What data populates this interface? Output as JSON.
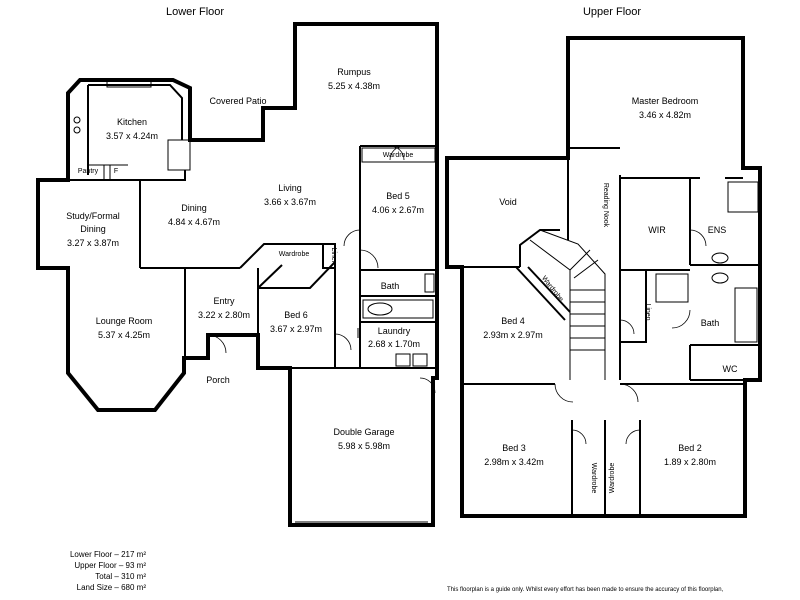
{
  "titles": {
    "lower": "Lower Floor",
    "upper": "Upper Floor"
  },
  "rooms": {
    "rumpus": {
      "name": "Rumpus",
      "size": "5.25 x 4.38m"
    },
    "covered_patio": {
      "name": "Covered Patio"
    },
    "kitchen": {
      "name": "Kitchen",
      "size": "3.57 x 4.24m"
    },
    "pantry": {
      "name": "Pantry"
    },
    "fridge": {
      "name": "F"
    },
    "dining": {
      "name": "Dining",
      "size": "4.84 x 4.67m"
    },
    "living": {
      "name": "Living",
      "size": "3.66 x 3.67m"
    },
    "study": {
      "name_line1": "Study/Formal",
      "name_line2": "Dining",
      "size": "3.27 x 3.87m"
    },
    "wardrobe_bed6": {
      "name": "Wardrobe"
    },
    "linen_lower": {
      "name": "Linen"
    },
    "bed5": {
      "name": "Bed 5",
      "size": "4.06 x 2.67m"
    },
    "wardrobe_bed5": {
      "name": "Wardrobe"
    },
    "bath_lower": {
      "name": "Bath"
    },
    "entry": {
      "name": "Entry",
      "size": "3.22 x 2.80m"
    },
    "bed6": {
      "name": "Bed 6",
      "size": "3.67 x 2.97m"
    },
    "laundry": {
      "name": "Laundry",
      "size": "2.68 x 1.70m"
    },
    "lounge": {
      "name": "Lounge Room",
      "size": "5.37 x 4.25m"
    },
    "porch": {
      "name": "Porch"
    },
    "garage": {
      "name": "Double Garage",
      "size": "5.98 x 5.98m"
    },
    "master": {
      "name": "Master Bedroom",
      "size": "3.46 x 4.82m"
    },
    "void": {
      "name": "Void"
    },
    "reading_nook": {
      "name": "Reading Nook"
    },
    "wir": {
      "name": "WIR"
    },
    "ens": {
      "name": "ENS"
    },
    "wardrobe_bed4": {
      "name": "Wardrobe"
    },
    "bed4": {
      "name": "Bed 4",
      "size": "2.93m x 2.97m"
    },
    "linen_upper": {
      "name": "Linen"
    },
    "bath_upper": {
      "name": "Bath"
    },
    "wc": {
      "name": "WC"
    },
    "bed3": {
      "name": "Bed 3",
      "size": "2.98m x 3.42m"
    },
    "wardrobe_bed3": {
      "name": "Wardrobe"
    },
    "wardrobe_bed2": {
      "name": "Wardrobe"
    },
    "bed2": {
      "name": "Bed 2",
      "size": "1.89 x 2.80m"
    }
  },
  "areas": {
    "lower_floor": "Lower Floor – 217 m²",
    "upper_floor": "Upper Floor – 93 m²",
    "total": "Total – 310 m²",
    "land_size": "Land Size – 680 m²"
  },
  "disclaimer": "This floorplan is a guide only. Whilst every effort has been made to ensure the accuracy of this floorplan,"
}
